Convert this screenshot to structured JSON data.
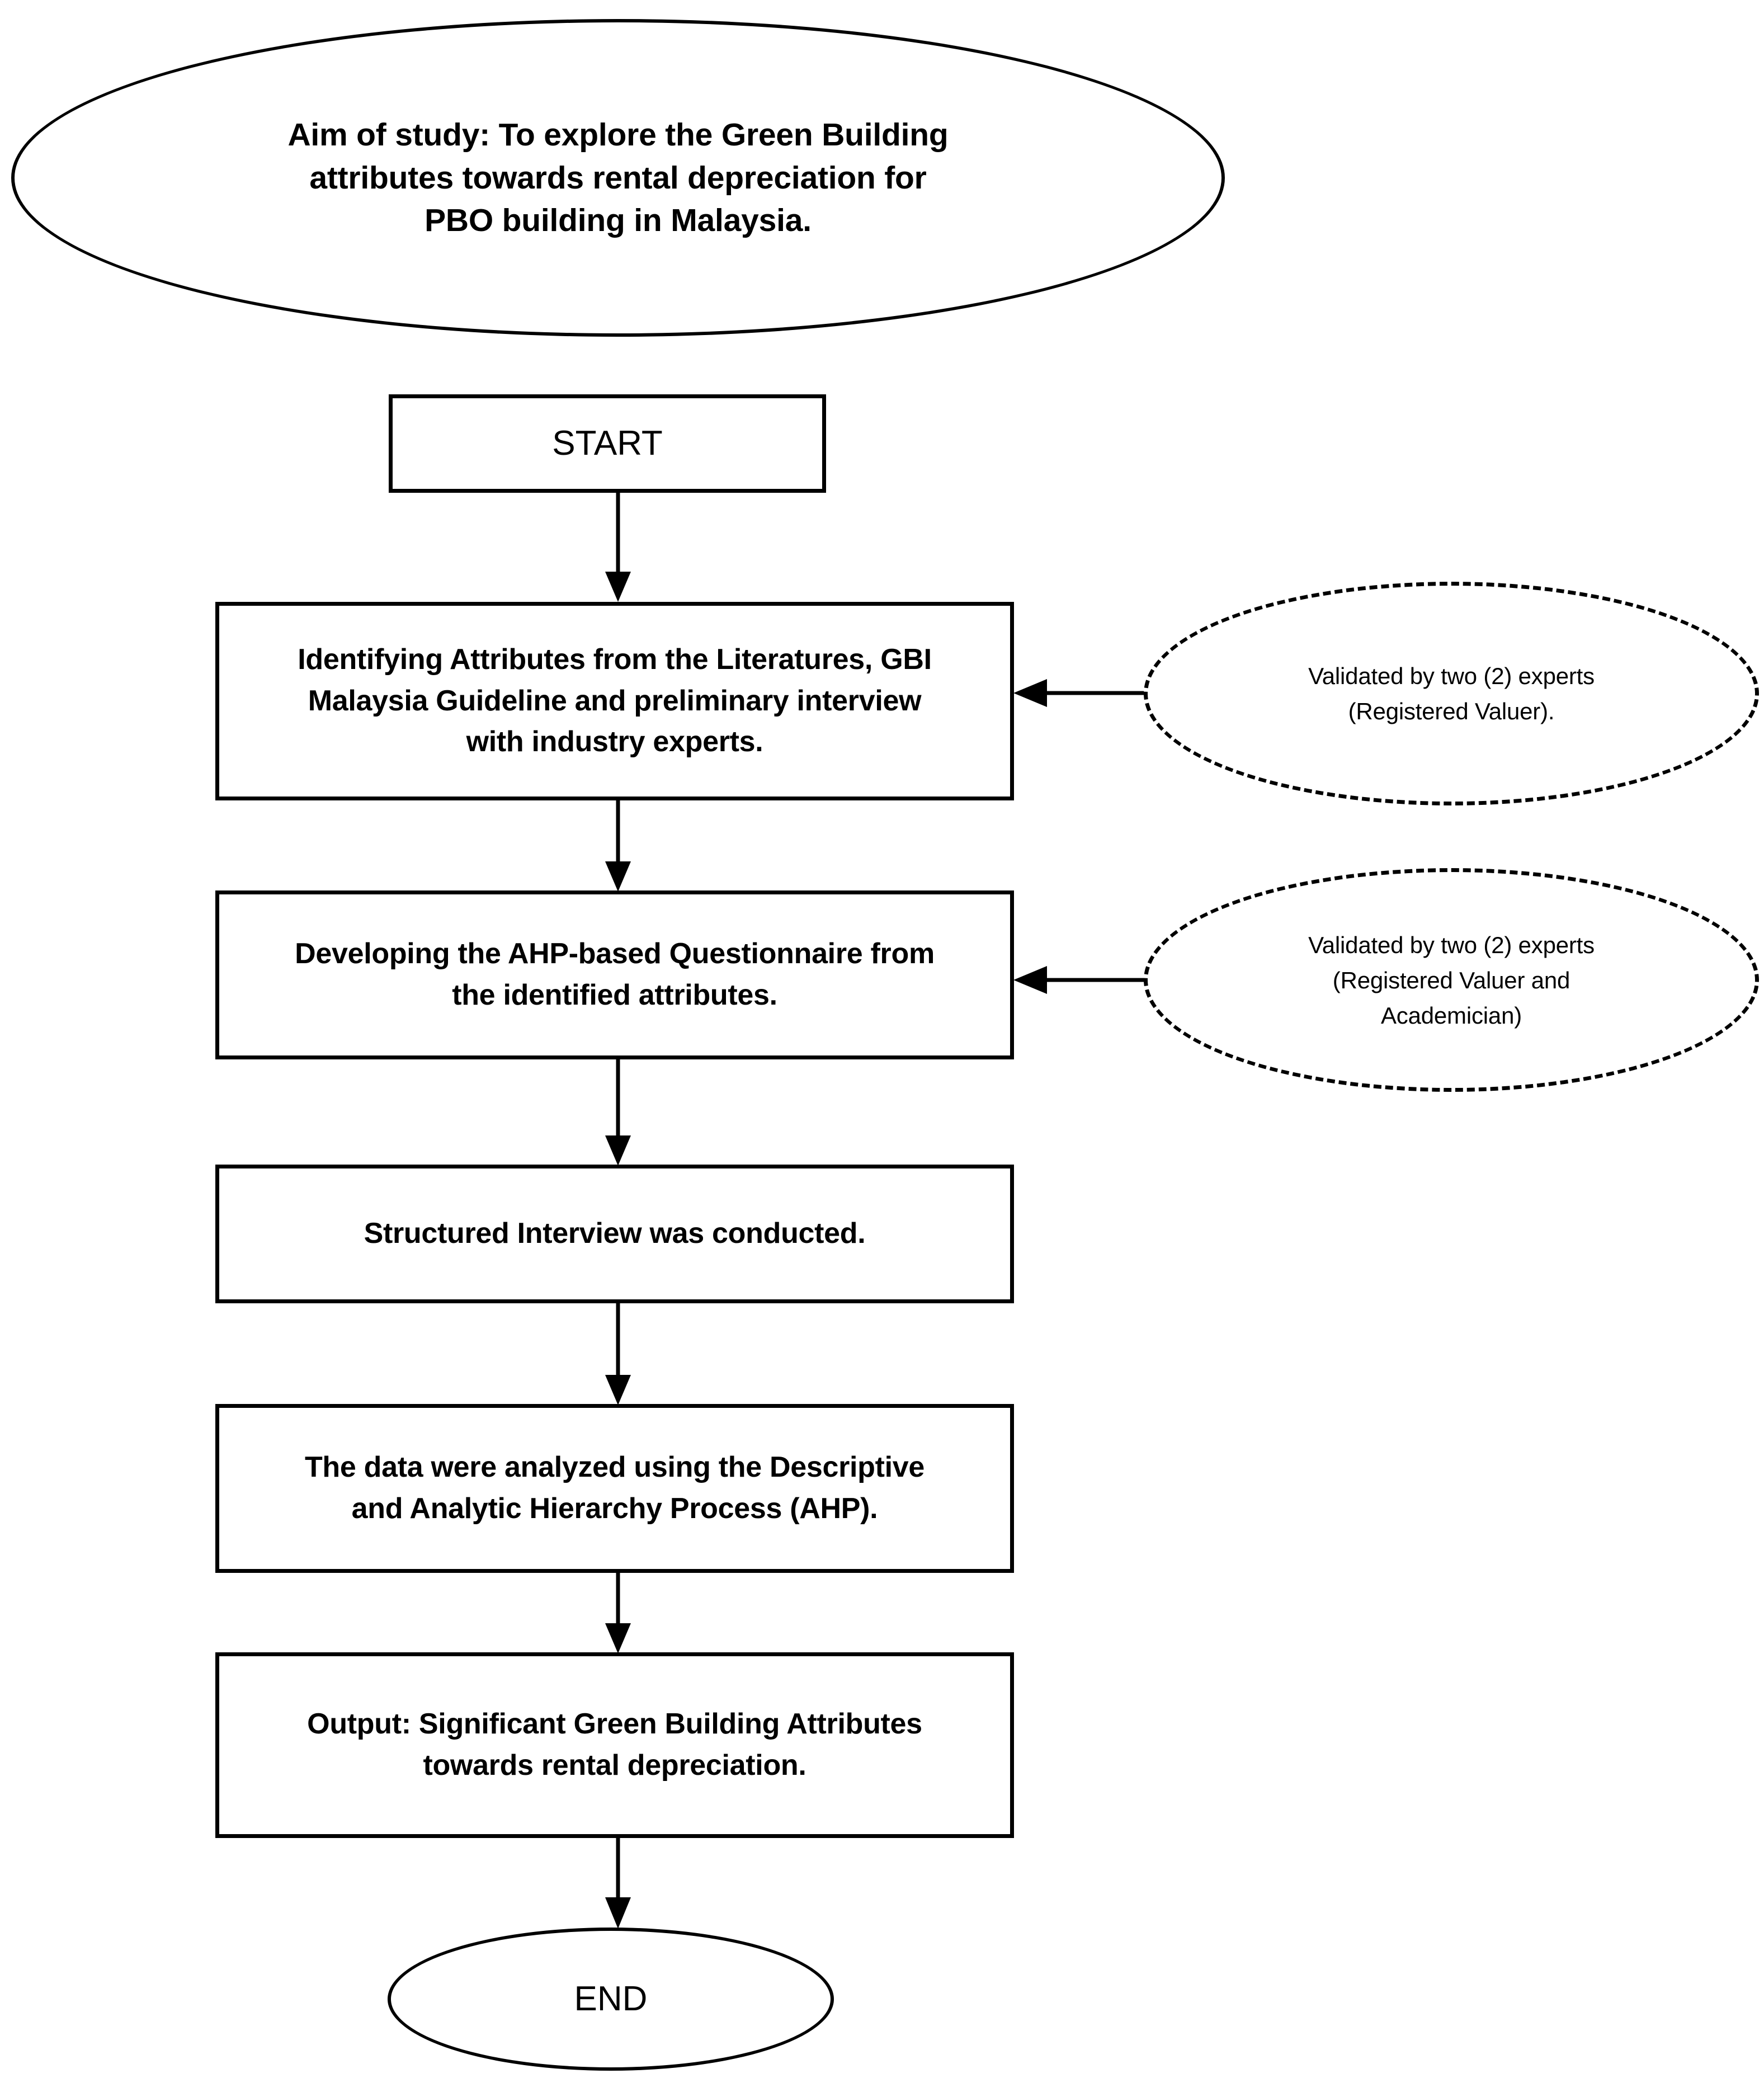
{
  "diagram": {
    "title": "Research methodology flowchart",
    "stroke_color": "#000000",
    "fill_color": "#ffffff",
    "background": "#ffffff"
  },
  "nodes": {
    "aim": {
      "shape": "ellipse",
      "style": "solid",
      "text": "Aim of study: To explore the Green Building\nattributes towards rental depreciation for\nPBO building in Malaysia."
    },
    "start": {
      "shape": "rectangle",
      "style": "solid",
      "text": "START"
    },
    "step1": {
      "shape": "rectangle",
      "style": "solid",
      "text": "Identifying Attributes from the Literatures, GBI\nMalaysia Guideline and preliminary interview\nwith industry experts."
    },
    "step2": {
      "shape": "rectangle",
      "style": "solid",
      "text": "Developing the AHP-based Questionnaire from\nthe identified attributes."
    },
    "step3": {
      "shape": "rectangle",
      "style": "solid",
      "text": "Structured Interview was conducted."
    },
    "step4": {
      "shape": "rectangle",
      "style": "solid",
      "text": "The data were analyzed using the Descriptive\nand Analytic Hierarchy Process (AHP)."
    },
    "step5": {
      "shape": "rectangle",
      "style": "solid",
      "text": "Output: Significant Green Building Attributes\ntowards rental depreciation."
    },
    "end": {
      "shape": "ellipse",
      "style": "solid",
      "text": "END"
    },
    "note1": {
      "shape": "ellipse",
      "style": "dashed",
      "text": "Validated  by two (2) experts\n(Registered Valuer)."
    },
    "note2": {
      "shape": "ellipse",
      "style": "dashed",
      "text": "Validated  by two (2) experts\n(Registered Valuer and\nAcademician)"
    }
  },
  "edges": [
    {
      "id": "start-to-step1",
      "from": "start",
      "to": "step1",
      "direction": "down",
      "arrowhead": "filled-triangle"
    },
    {
      "id": "step1-to-step2",
      "from": "step1",
      "to": "step2",
      "direction": "down",
      "arrowhead": "filled-triangle"
    },
    {
      "id": "step2-to-step3",
      "from": "step2",
      "to": "step3",
      "direction": "down",
      "arrowhead": "filled-triangle"
    },
    {
      "id": "step3-to-step4",
      "from": "step3",
      "to": "step4",
      "direction": "down",
      "arrowhead": "filled-triangle"
    },
    {
      "id": "step4-to-step5",
      "from": "step4",
      "to": "step5",
      "direction": "down",
      "arrowhead": "filled-triangle"
    },
    {
      "id": "step5-to-end",
      "from": "step5",
      "to": "end",
      "direction": "down",
      "arrowhead": "filled-triangle"
    },
    {
      "id": "note1-to-step1",
      "from": "note1",
      "to": "step1",
      "direction": "left",
      "arrowhead": "filled-triangle"
    },
    {
      "id": "note2-to-step2",
      "from": "note2",
      "to": "step2",
      "direction": "left",
      "arrowhead": "filled-triangle"
    }
  ]
}
